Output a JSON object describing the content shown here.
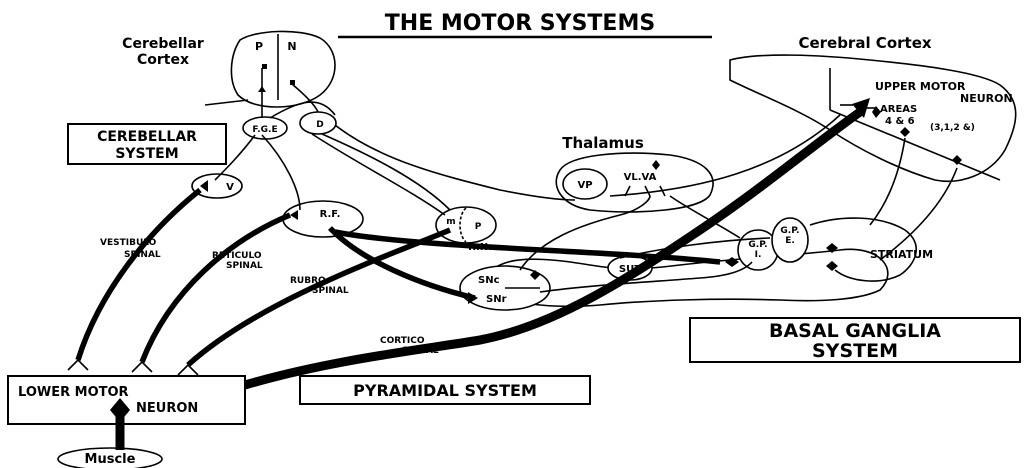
{
  "title": "THE MOTOR SYSTEMS",
  "regions": {
    "cerebellar_cortex": "Cerebellar\nCortex",
    "cerebral_cortex": "Cerebral Cortex",
    "thalamus": "Thalamus"
  },
  "system_boxes": {
    "cerebellar_system": "CEREBELLAR\nSYSTEM",
    "pyramidal_system": "PYRAMIDAL SYSTEM",
    "basal_ganglia_system": "BASAL GANGLIA\nSYSTEM",
    "lower_motor_neuron": "LOWER MOTOR\nNEURON",
    "muscle": "Muscle"
  },
  "nuclei": {
    "cerebellum_p": "P",
    "cerebellum_n": "N",
    "f_g_e": "F.G.E",
    "d": "D",
    "v": "V",
    "rf": "R.F.",
    "m": "m",
    "p": "P",
    "rn": "R.N.",
    "vp": "VP",
    "vl_va": "VL.VA",
    "snc": "SNc",
    "snr": "SNr",
    "sut": "SUT",
    "gp_i": "G.P.\nI.",
    "gp_e": "G.P.\nE.",
    "striatum": "STRIATUM",
    "upper_motor_neuron": "UPPER MOTOR\nNEURON",
    "areas": "AREAS\n4&6",
    "areas_sub": "(3,1,2 &)"
  },
  "tracts": {
    "vestibulo_spinal": "VESTIBULO\nSPINAL",
    "reticulo_spinal": "RETICULO\nSPINAL",
    "rubro_spinal": "RUBRO\nSPINAL",
    "cortico_spinal": "CORTICO\nSPINAL"
  }
}
